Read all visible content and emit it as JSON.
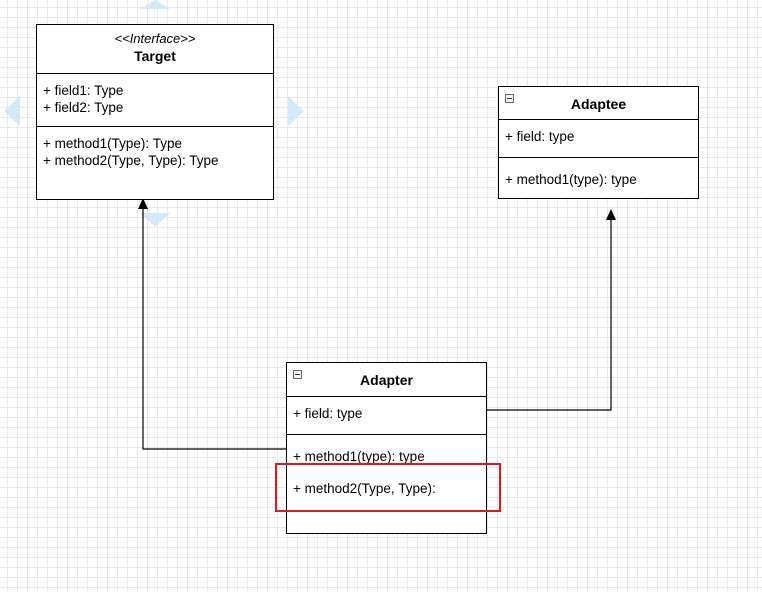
{
  "classes": {
    "target": {
      "stereotype": "<<Interface>>",
      "name": "Target",
      "fields": [
        "+ field1: Type",
        "+ field2: Type"
      ],
      "methods": [
        "+ method1(Type): Type",
        "+ method2(Type, Type): Type"
      ]
    },
    "adaptee": {
      "name": "Adaptee",
      "fields": [
        "+ field: type"
      ],
      "methods": [
        "+ method1(type): type"
      ]
    },
    "adapter": {
      "name": "Adapter",
      "fields": [
        "+ field: type"
      ],
      "methods": [
        "+ method1(type): type",
        "+ method2(Type, Type):"
      ]
    }
  },
  "colors": {
    "highlight": "#e01a1a",
    "selection_handle": "#cfe8f7",
    "grid": "#e9e9e9"
  },
  "icons": {
    "collapse": "minus-square-icon",
    "selection_handle": "arrow-handle-icon"
  }
}
